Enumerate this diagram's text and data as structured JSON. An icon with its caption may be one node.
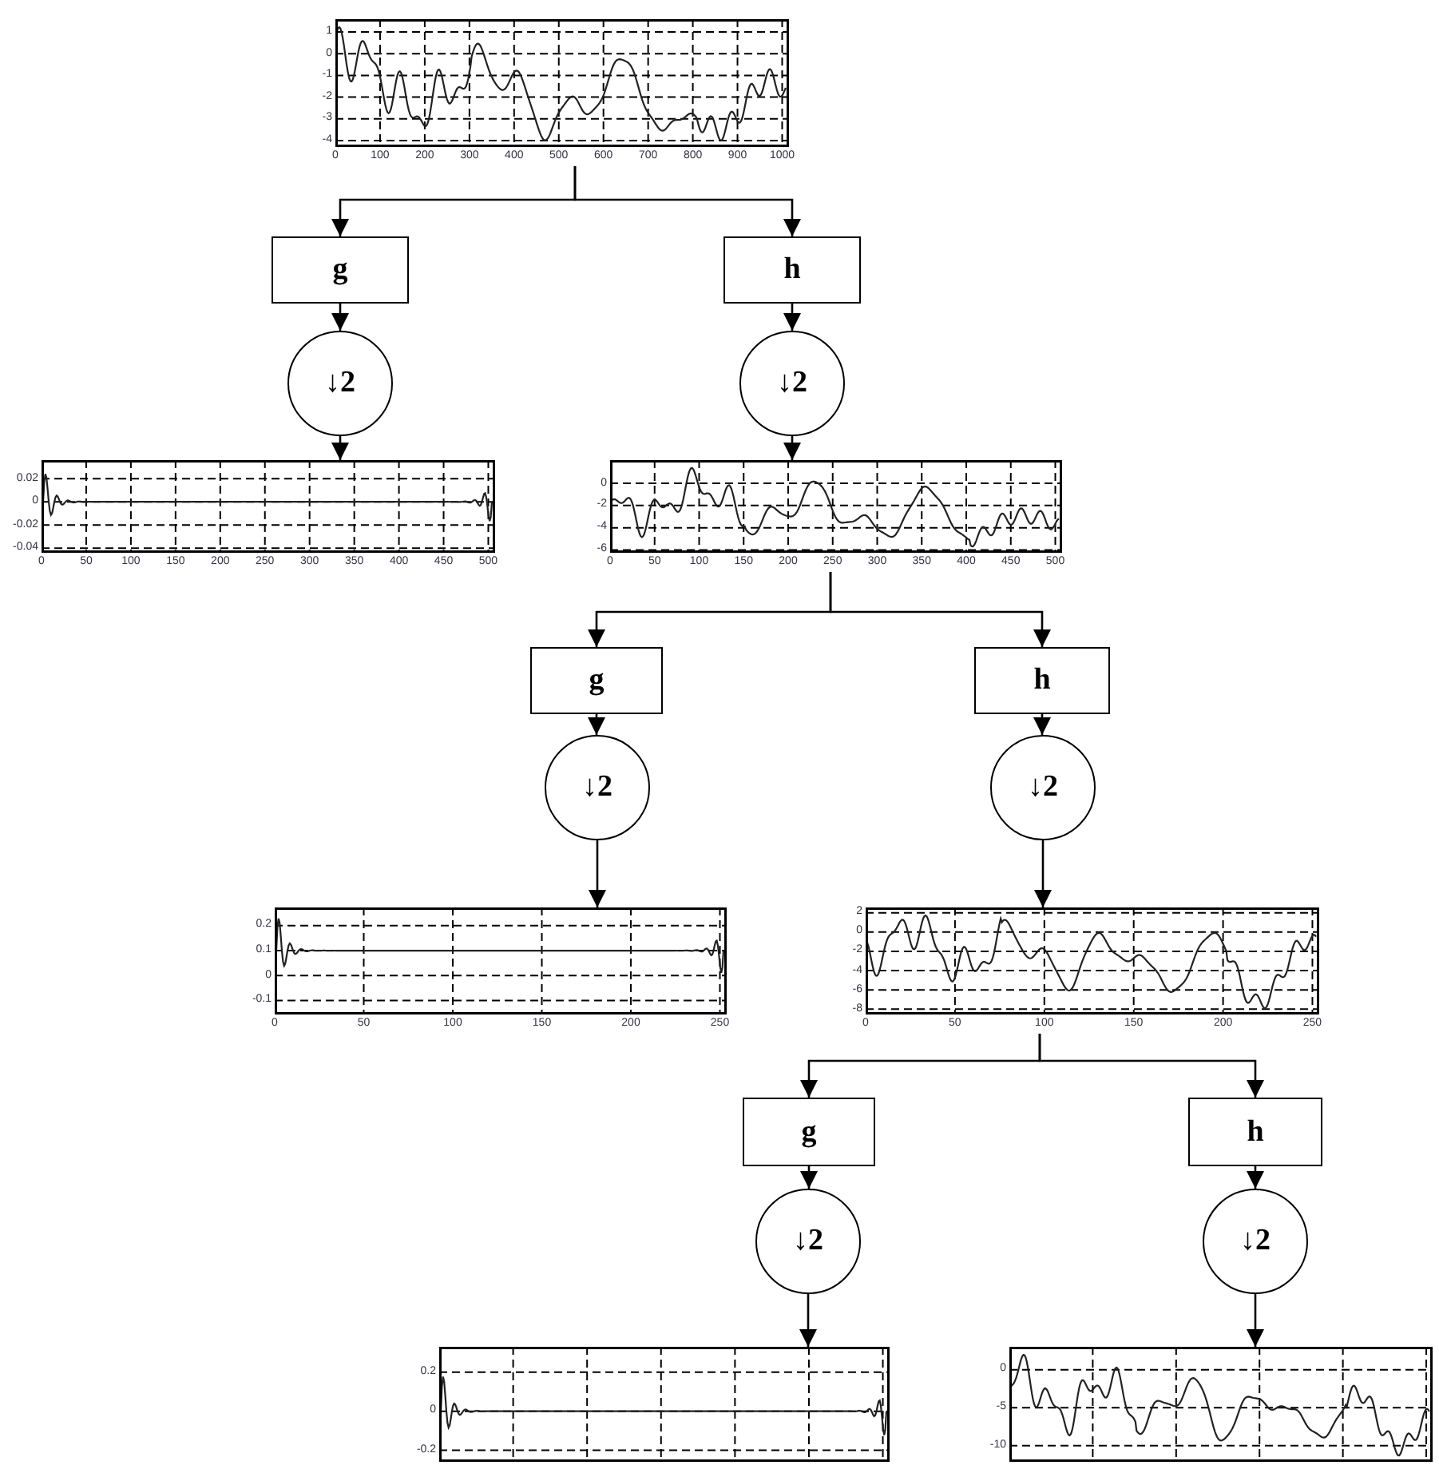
{
  "diagram": {
    "nodes": [
      {
        "text": [],
        "shape": "picture",
        "beside": [
          "1",
          "0",
          "-1",
          "-2",
          "-3",
          "-4",
          "0",
          "100",
          "200",
          "300",
          "400",
          "500",
          "600",
          "700",
          "800",
          "900",
          "1000"
        ]
      },
      {
        "text": [
          "g"
        ]
      },
      {
        "text": [
          "h"
        ]
      },
      {
        "text": [
          "↓2"
        ]
      },
      {
        "text": [
          "↓2"
        ]
      },
      {
        "text": [],
        "shape": "picture",
        "beside": [
          "0.02",
          "0",
          "-0.02",
          "-0.04",
          "0",
          "50",
          "100",
          "150",
          "200",
          "250",
          "300",
          "350",
          "400",
          "450",
          "500"
        ]
      },
      {
        "text": [],
        "shape": "picture",
        "beside": [
          "0",
          "-2",
          "-4",
          "-6",
          "0",
          "50",
          "100",
          "150",
          "200",
          "250",
          "300",
          "350",
          "400",
          "450",
          "500"
        ]
      },
      {
        "text": [
          "g"
        ]
      },
      {
        "text": [
          "h"
        ]
      },
      {
        "text": [
          "↓2"
        ]
      },
      {
        "text": [
          "↓2"
        ]
      },
      {
        "text": [],
        "shape": "picture",
        "beside": [
          "0.2",
          "0.1",
          "0",
          "-0.1",
          "0",
          "50",
          "100",
          "150",
          "200",
          "250"
        ]
      },
      {
        "text": [],
        "shape": "picture",
        "beside": [
          "2",
          "0",
          "-2",
          "-4",
          "-6",
          "-8",
          "0",
          "50",
          "100",
          "150",
          "200",
          "250"
        ]
      },
      {
        "text": [
          "g"
        ]
      },
      {
        "text": [
          "h"
        ]
      },
      {
        "text": [
          "↓2"
        ]
      },
      {
        "text": [
          "↓2"
        ]
      },
      {
        "text": [],
        "shape": "picture",
        "beside": [
          "0.2",
          "0",
          "-0.2"
        ]
      },
      {
        "text": [],
        "shape": "picture",
        "beside": [
          "0",
          "-5",
          "-10"
        ]
      }
    ],
    "edges": [
      {
        "from": 0,
        "to": 1,
        "arrow": "to"
      },
      {
        "from": 0,
        "to": 2,
        "arrow": "to"
      },
      {
        "from": 1,
        "to": 3,
        "arrow": "to"
      },
      {
        "from": 2,
        "to": 4,
        "arrow": "to"
      },
      {
        "from": 3,
        "to": 5,
        "arrow": "to"
      },
      {
        "from": 4,
        "to": 6,
        "arrow": "to"
      },
      {
        "from": 6,
        "to": 7,
        "arrow": "to"
      },
      {
        "from": 6,
        "to": 8,
        "arrow": "to"
      },
      {
        "from": 7,
        "to": 9,
        "arrow": "to"
      },
      {
        "from": 8,
        "to": 10,
        "arrow": "to"
      },
      {
        "from": 9,
        "to": 11,
        "arrow": "to"
      },
      {
        "from": 10,
        "to": 12,
        "arrow": "to"
      },
      {
        "from": 12,
        "to": 13,
        "arrow": "to"
      },
      {
        "from": 12,
        "to": 14,
        "arrow": "to"
      },
      {
        "from": 13,
        "to": 15,
        "arrow": "to"
      },
      {
        "from": 14,
        "to": 16,
        "arrow": "to"
      },
      {
        "from": 15,
        "to": 17,
        "arrow": "to"
      },
      {
        "from": 16,
        "to": 18,
        "arrow": "to"
      }
    ]
  }
}
